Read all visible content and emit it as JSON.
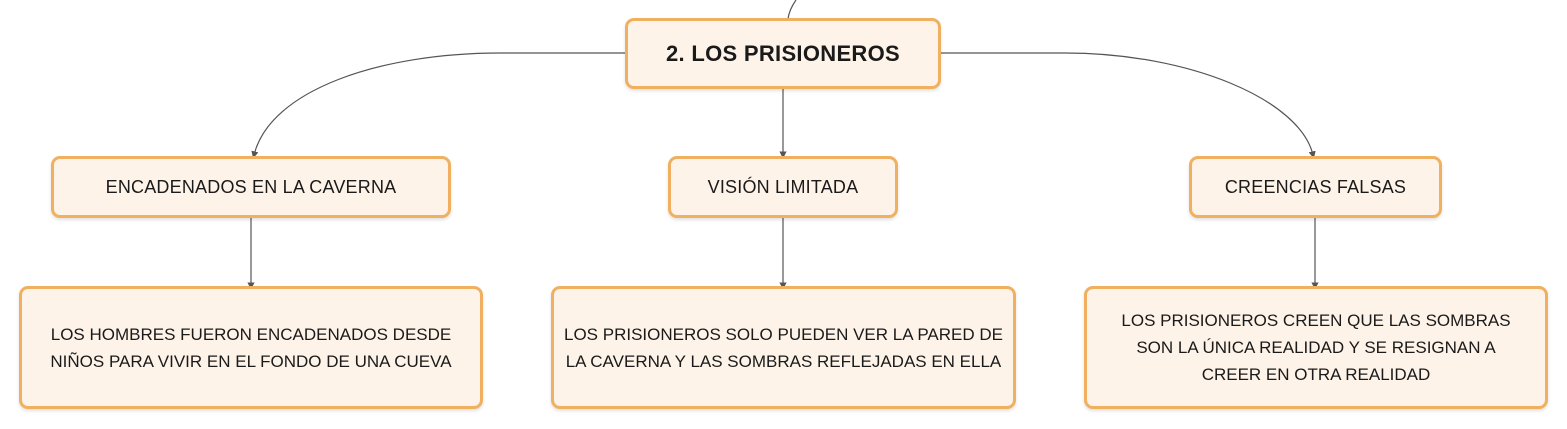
{
  "root": {
    "label": "2. LOS PRISIONEROS"
  },
  "branches": [
    {
      "label": "ENCADENADOS EN LA CAVERNA",
      "detail": "LOS HOMBRES FUERON ENCADENADOS DESDE NIÑOS PARA VIVIR EN EL FONDO DE UNA CUEVA"
    },
    {
      "label": "VISIÓN LIMITADA",
      "detail": "LOS PRISIONEROS SOLO PUEDEN VER LA PARED DE LA CAVERNA Y LAS SOMBRAS REFLEJADAS EN ELLA"
    },
    {
      "label": "CREENCIAS FALSAS",
      "detail": "LOS PRISIONEROS CREEN QUE LAS SOMBRAS SON LA ÚNICA REALIDAD Y SE RESIGNAN A CREER EN OTRA REALIDAD"
    }
  ],
  "colors": {
    "node_fill": "#fdf3e8",
    "node_border": "#f0b05f",
    "connector": "#555555"
  }
}
